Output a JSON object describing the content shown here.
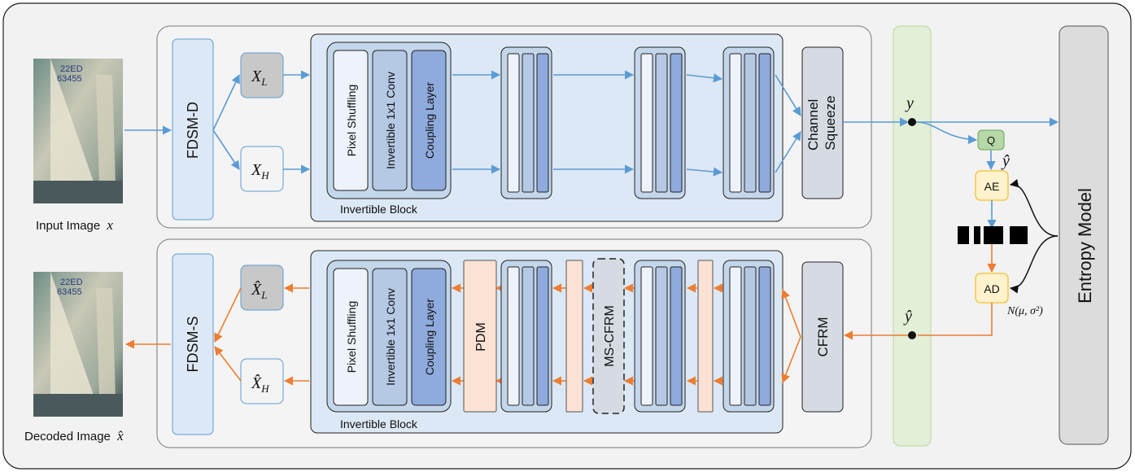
{
  "encoder": {
    "input_label": "Input Image",
    "input_var": "x",
    "fdsm": "FDSM-D",
    "low": {
      "base": "X",
      "sub": "L"
    },
    "high": {
      "base": "X",
      "sub": "H"
    },
    "block": {
      "pixel": "Pixel Shuffling",
      "conv": "Invertible 1x1 Conv",
      "coupling": "Coupling Layer",
      "caption": "Invertible Block"
    },
    "squeeze": [
      "Channel",
      "Squeeze"
    ]
  },
  "decoder": {
    "output_label": "Decoded Image",
    "output_var": "x̂",
    "fdsm": "FDSM-S",
    "low": {
      "base": "X̂",
      "sub": "L"
    },
    "high": {
      "base": "X̂",
      "sub": "H"
    },
    "block": {
      "pixel": "Pixel Shuffling",
      "conv": "Invertible 1x1 Conv",
      "coupling": "Coupling Layer",
      "caption": "Invertible Block"
    },
    "pdm": "PDM",
    "mscfrm": "MS-CFRM",
    "cfrm": "CFRM"
  },
  "latent": {
    "y": "y",
    "y_hat": "ŷ"
  },
  "coding": {
    "q": "Q",
    "ae": "AE",
    "ad": "AD",
    "y_hat": "ŷ",
    "dist": "N(μ, σ²)"
  },
  "entropy_model": "Entropy Model",
  "colors": {
    "encoder_arrow": "#5b9bd5",
    "decoder_arrow": "#ed7d31",
    "block_bg": "#dce8f5",
    "latent_bar": "#e3efd6",
    "pdm_fill": "#fbe2d5"
  }
}
